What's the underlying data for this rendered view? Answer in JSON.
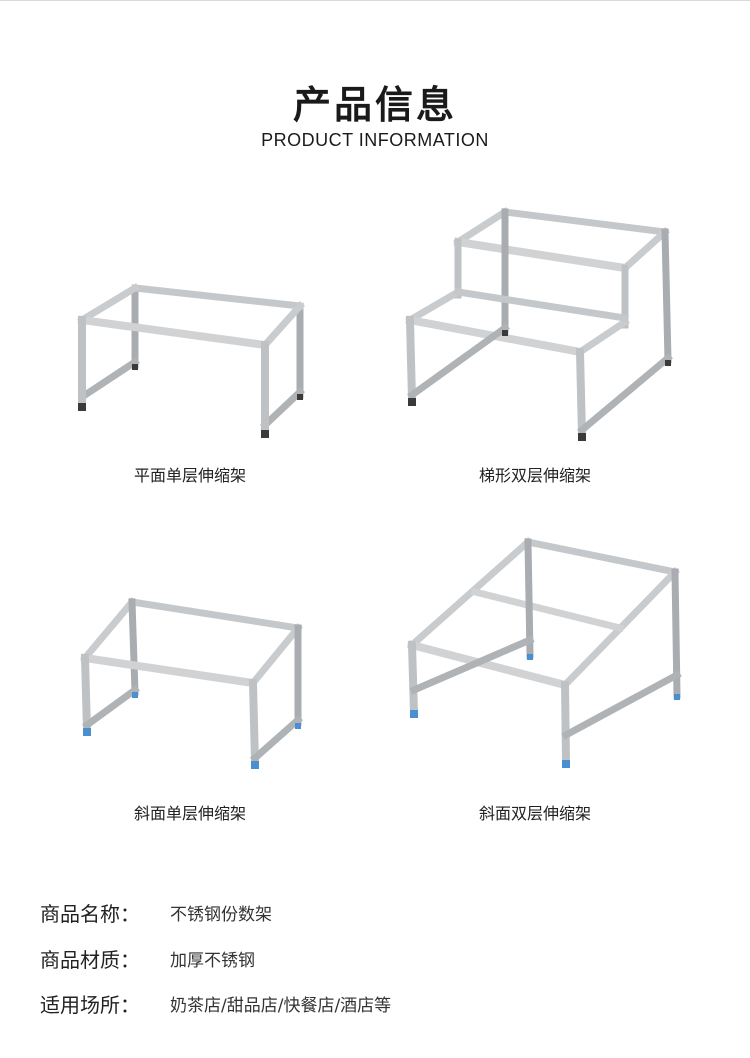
{
  "header": {
    "title_cn": "产品信息",
    "title_en": "PRODUCT INFORMATION"
  },
  "products": [
    {
      "caption": "平面单层伸缩架"
    },
    {
      "caption": "梯形双层伸缩架"
    },
    {
      "caption": "斜面单层伸缩架"
    },
    {
      "caption": "斜面双层伸缩架"
    }
  ],
  "info": [
    {
      "label": "商品名称：",
      "value": "不锈钢份数架"
    },
    {
      "label": "商品材质：",
      "value": "加厚不锈钢"
    },
    {
      "label": "适用场所：",
      "value": "奶茶店/甜品店/快餐店/酒店等"
    }
  ],
  "colors": {
    "steel_light": "#d4d6d8",
    "steel_dark": "#9ea2a6",
    "foot_blue": "#4a8fd0",
    "foot_dark": "#3a3a3a"
  }
}
